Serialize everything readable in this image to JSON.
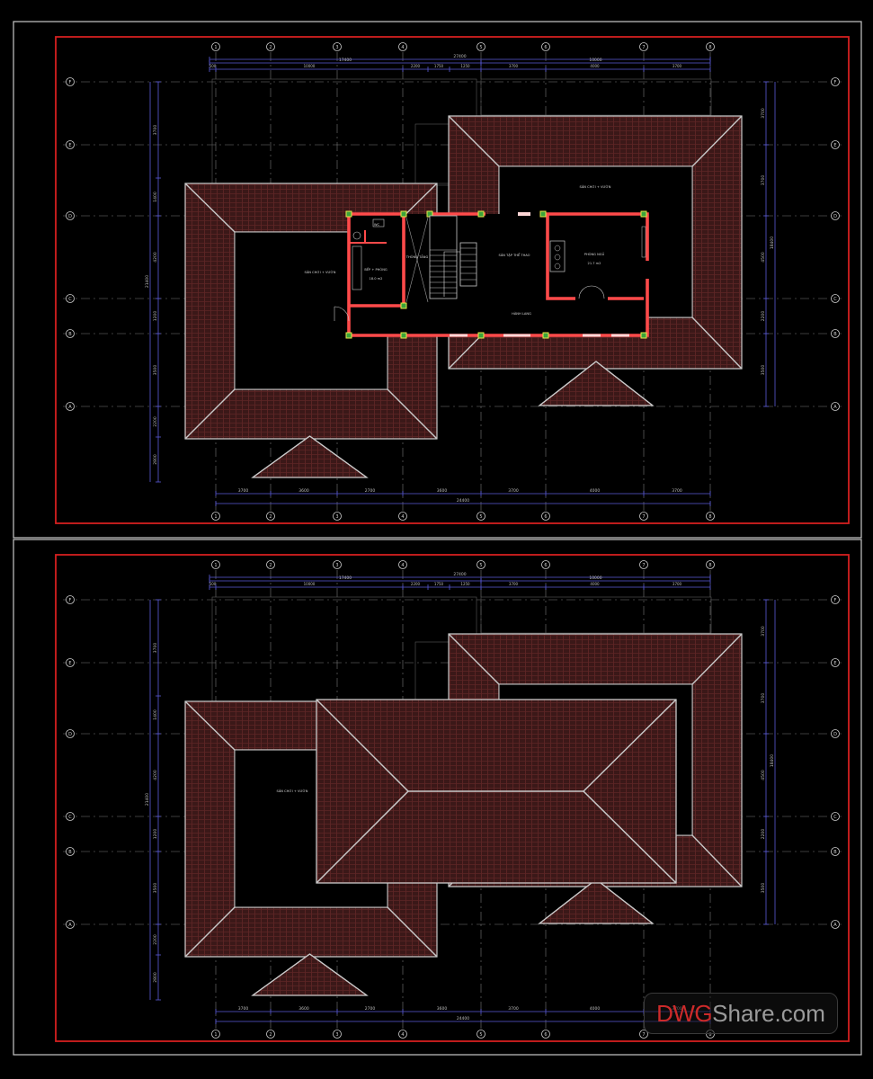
{
  "colors": {
    "frame": "#c8c8c8",
    "border_red": "#d42020",
    "roof_fill": "#3b1818",
    "roof_hatch": "#6b2a2a",
    "ridge": "#c9c9c9",
    "wall_red": "#ff4a4a",
    "column_yellow": "#e8e84a",
    "column_green": "#3aa33a",
    "dim_blue": "#5a5ad8",
    "grid_dash": "#7a7a7a"
  },
  "axes": {
    "columns": [
      "1",
      "2",
      "3",
      "4",
      "5",
      "6",
      "7",
      "8"
    ],
    "rows": [
      "F",
      "E",
      "D",
      "C",
      "B",
      "A"
    ]
  },
  "top_plan": {
    "rooms": {
      "left_terrace": "SÂN CHƠI + VƯỜN",
      "right_terrace": "SÂN CHƠI + VƯỜN",
      "wc": "WC",
      "bedroom": "BẾP + PHÒNG",
      "bedroom_area": "18.0 m2",
      "void": "THÔNG TẦNG",
      "gym": "SÂN TẬP THỂ THAO",
      "guest_room": "PHÒNG NGỦ",
      "guest_area": "21.7 m2",
      "corridor": "HÀNH LANG"
    },
    "dims_top_overall": "27400",
    "dims_top_mid": [
      "17400",
      "10000"
    ],
    "dims_top_detail": [
      "500",
      "10000",
      "2200",
      "1750",
      "1250",
      "3700",
      "4000",
      "3700"
    ],
    "dims_bottom": [
      "3700",
      "3600",
      "2700",
      "3600",
      "3700",
      "4000",
      "3700"
    ],
    "dims_bottom_overall": "24400",
    "dims_left": [
      "3700",
      "1400",
      "4200",
      "1200",
      "3500",
      "2200",
      "2800"
    ],
    "dims_left_overall": "21400",
    "dims_right": [
      "3700",
      "3700",
      "4500",
      "2200",
      "3500"
    ],
    "dims_right_overall": "18400"
  },
  "bottom_plan": {
    "rooms": {
      "left_terrace": "SÂN CHƠI + VƯỜN"
    },
    "dims_top_overall": "27400",
    "dims_top_mid": [
      "17400",
      "10000"
    ],
    "dims_top_detail": [
      "500",
      "10000",
      "2200",
      "1750",
      "1250",
      "3700",
      "4000",
      "3700"
    ],
    "dims_bottom": [
      "3700",
      "3600",
      "2700",
      "3600",
      "3700",
      "4000",
      "3700"
    ],
    "dims_bottom_overall": "24400",
    "dims_left": [
      "3700",
      "1400",
      "4200",
      "1200",
      "3500",
      "2200",
      "2800"
    ],
    "dims_left_overall": "21400",
    "dims_right": [
      "3700",
      "3700",
      "4500",
      "2200",
      "3500"
    ],
    "dims_right_overall": "18400"
  },
  "watermark": {
    "part_a": "DWG",
    "part_b": "Share.com"
  }
}
